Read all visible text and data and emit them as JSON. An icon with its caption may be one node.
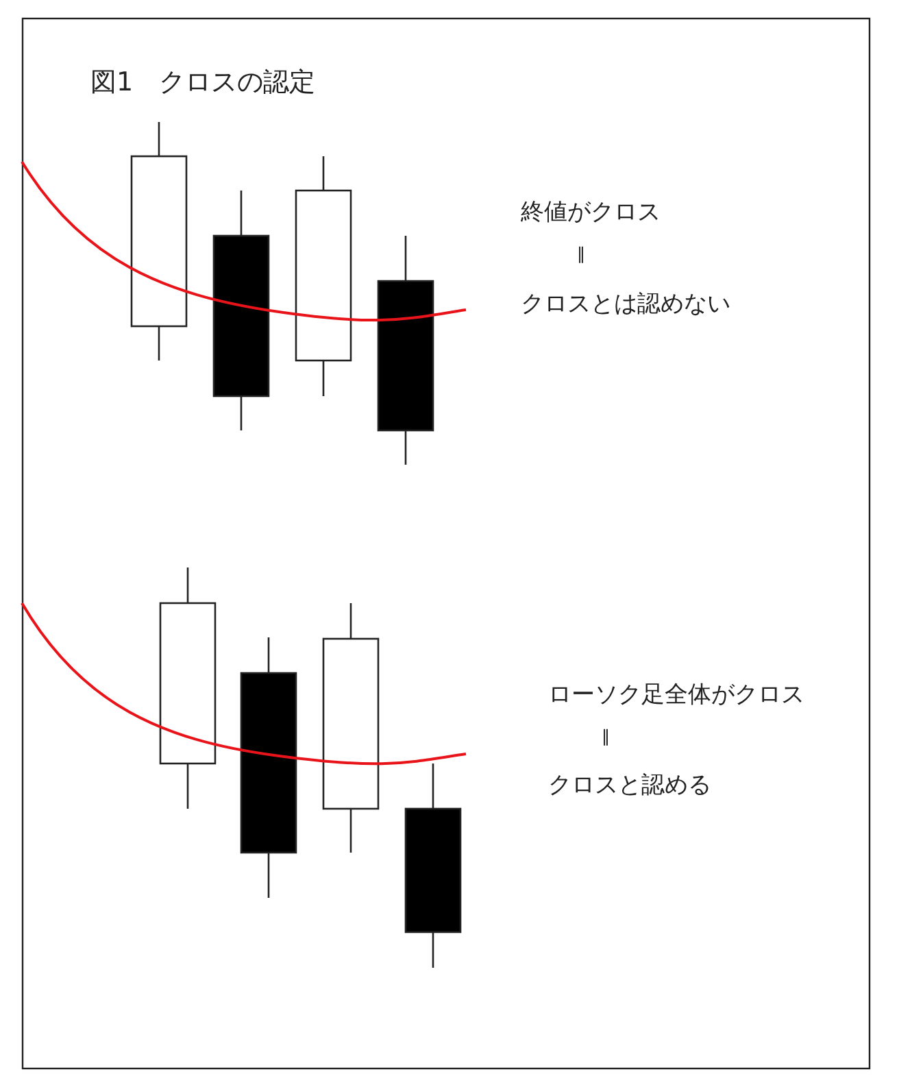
{
  "diagram": {
    "title": "図1　クロスの認定",
    "labels": [
      "終値がクロス",
      "‖",
      "クロスとは認めない",
      "ローソク足全体がクロス",
      "‖",
      "クロスと認める"
    ]
  }
}
